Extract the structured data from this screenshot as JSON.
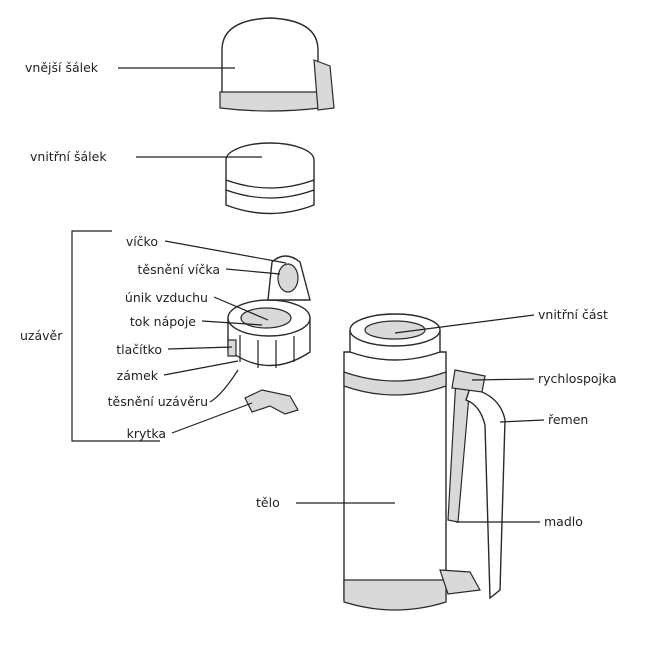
{
  "labels": {
    "outer_cup": "vnější šálek",
    "inner_cup": "vnitřní šálek",
    "lid": "víčko",
    "lid_seal": "těsnění víčka",
    "air_vent": "únik vzduchu",
    "drink_flow": "tok nápoje",
    "button": "tlačítko",
    "lock": "zámek",
    "cap_seal": "těsnění uzávěru",
    "cover": "krytka",
    "closure": "uzávěr",
    "inner_part": "vnitřní část",
    "quick_clip": "rychlospojka",
    "strap": "řemen",
    "body": "tělo",
    "handle": "madlo"
  }
}
